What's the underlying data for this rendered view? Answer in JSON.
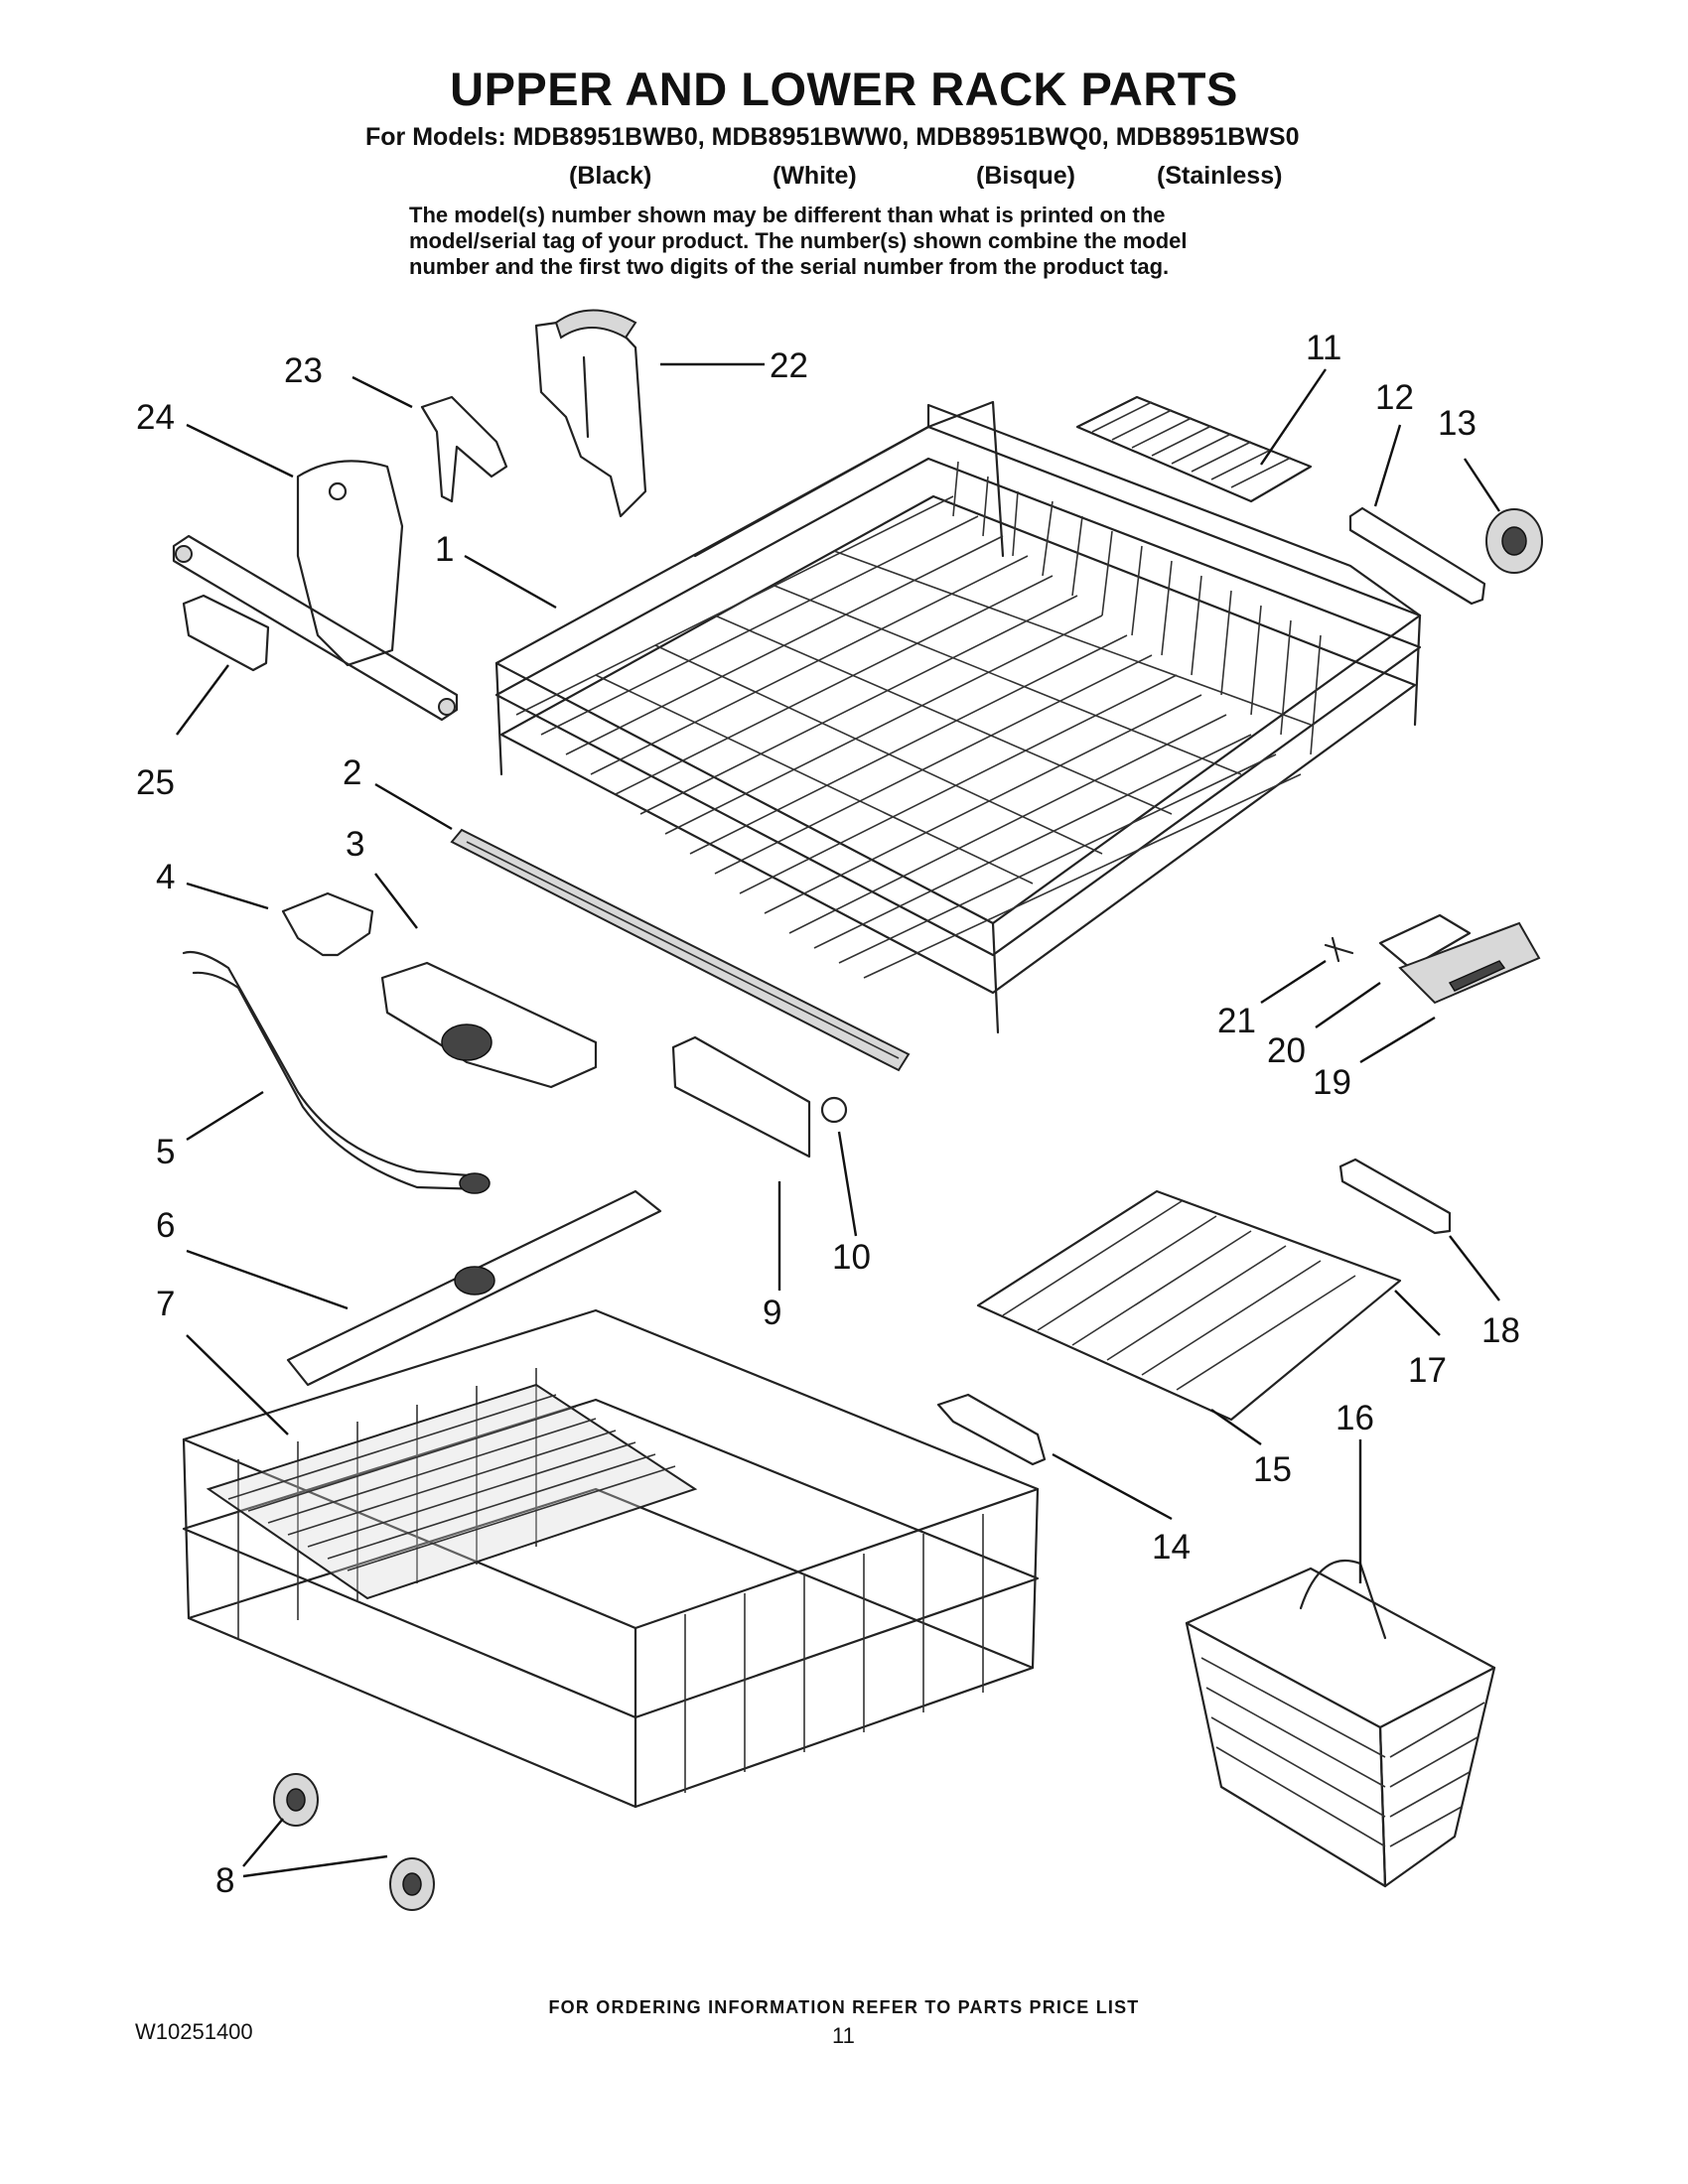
{
  "header": {
    "title": "UPPER AND LOWER RACK PARTS",
    "models_line": "For Models: MDB8951BWB0, MDB8951BWW0, MDB8951BWQ0, MDB8951BWS0",
    "variants": [
      "(Black)",
      "(White)",
      "(Bisque)",
      "(Stainless)"
    ],
    "note_lines": [
      "The model(s) number shown may be different than what is printed on the",
      "model/serial tag of your product. The number(s) shown combine the model",
      "number and the first two digits of the serial number from the product tag."
    ]
  },
  "callouts": [
    "1",
    "2",
    "3",
    "4",
    "5",
    "6",
    "7",
    "8",
    "9",
    "10",
    "11",
    "12",
    "13",
    "14",
    "15",
    "16",
    "17",
    "18",
    "19",
    "20",
    "21",
    "22",
    "23",
    "24",
    "25"
  ],
  "icons": {
    "upper_rack": "upper-rack-icon",
    "lower_rack": "lower-rack-icon",
    "silverware_basket": "silverware-basket-icon"
  },
  "footer": {
    "ordering_info": "FOR ORDERING INFORMATION REFER TO PARTS PRICE LIST",
    "doc_number": "W10251400",
    "page_number": "11"
  },
  "colors": {
    "ink": "#111111",
    "background": "#ffffff"
  }
}
